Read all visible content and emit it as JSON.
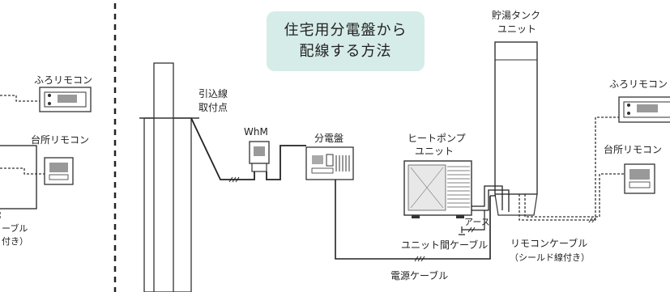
{
  "title": {
    "line1": "住宅用分電盤から",
    "line2": "配線する方法"
  },
  "labels": {
    "furo_remocon_left": "ふろリモコン",
    "daidokoro_remocon_left": "台所リモコン",
    "cable_left_1": "ーブル",
    "cable_left_2": "付き）",
    "hikikomi": "引込線",
    "toritsuke": "取付点",
    "whm": "WhM",
    "bundenban": "分電盤",
    "heat_pump_1": "ヒートポンプ",
    "heat_pump_2": "ユニット",
    "tank_1": "貯湯タンク",
    "tank_2": "ユニット",
    "furo_remocon_right": "ふろリモコン",
    "daidokoro_remocon_right": "台所リモコン",
    "earth": "アース",
    "unit_cable": "ユニット間ケーブル",
    "remocon_cable": "リモコンケーブル",
    "shield": "（シールド線付き）",
    "power_cable": "電源ケーブル"
  }
}
